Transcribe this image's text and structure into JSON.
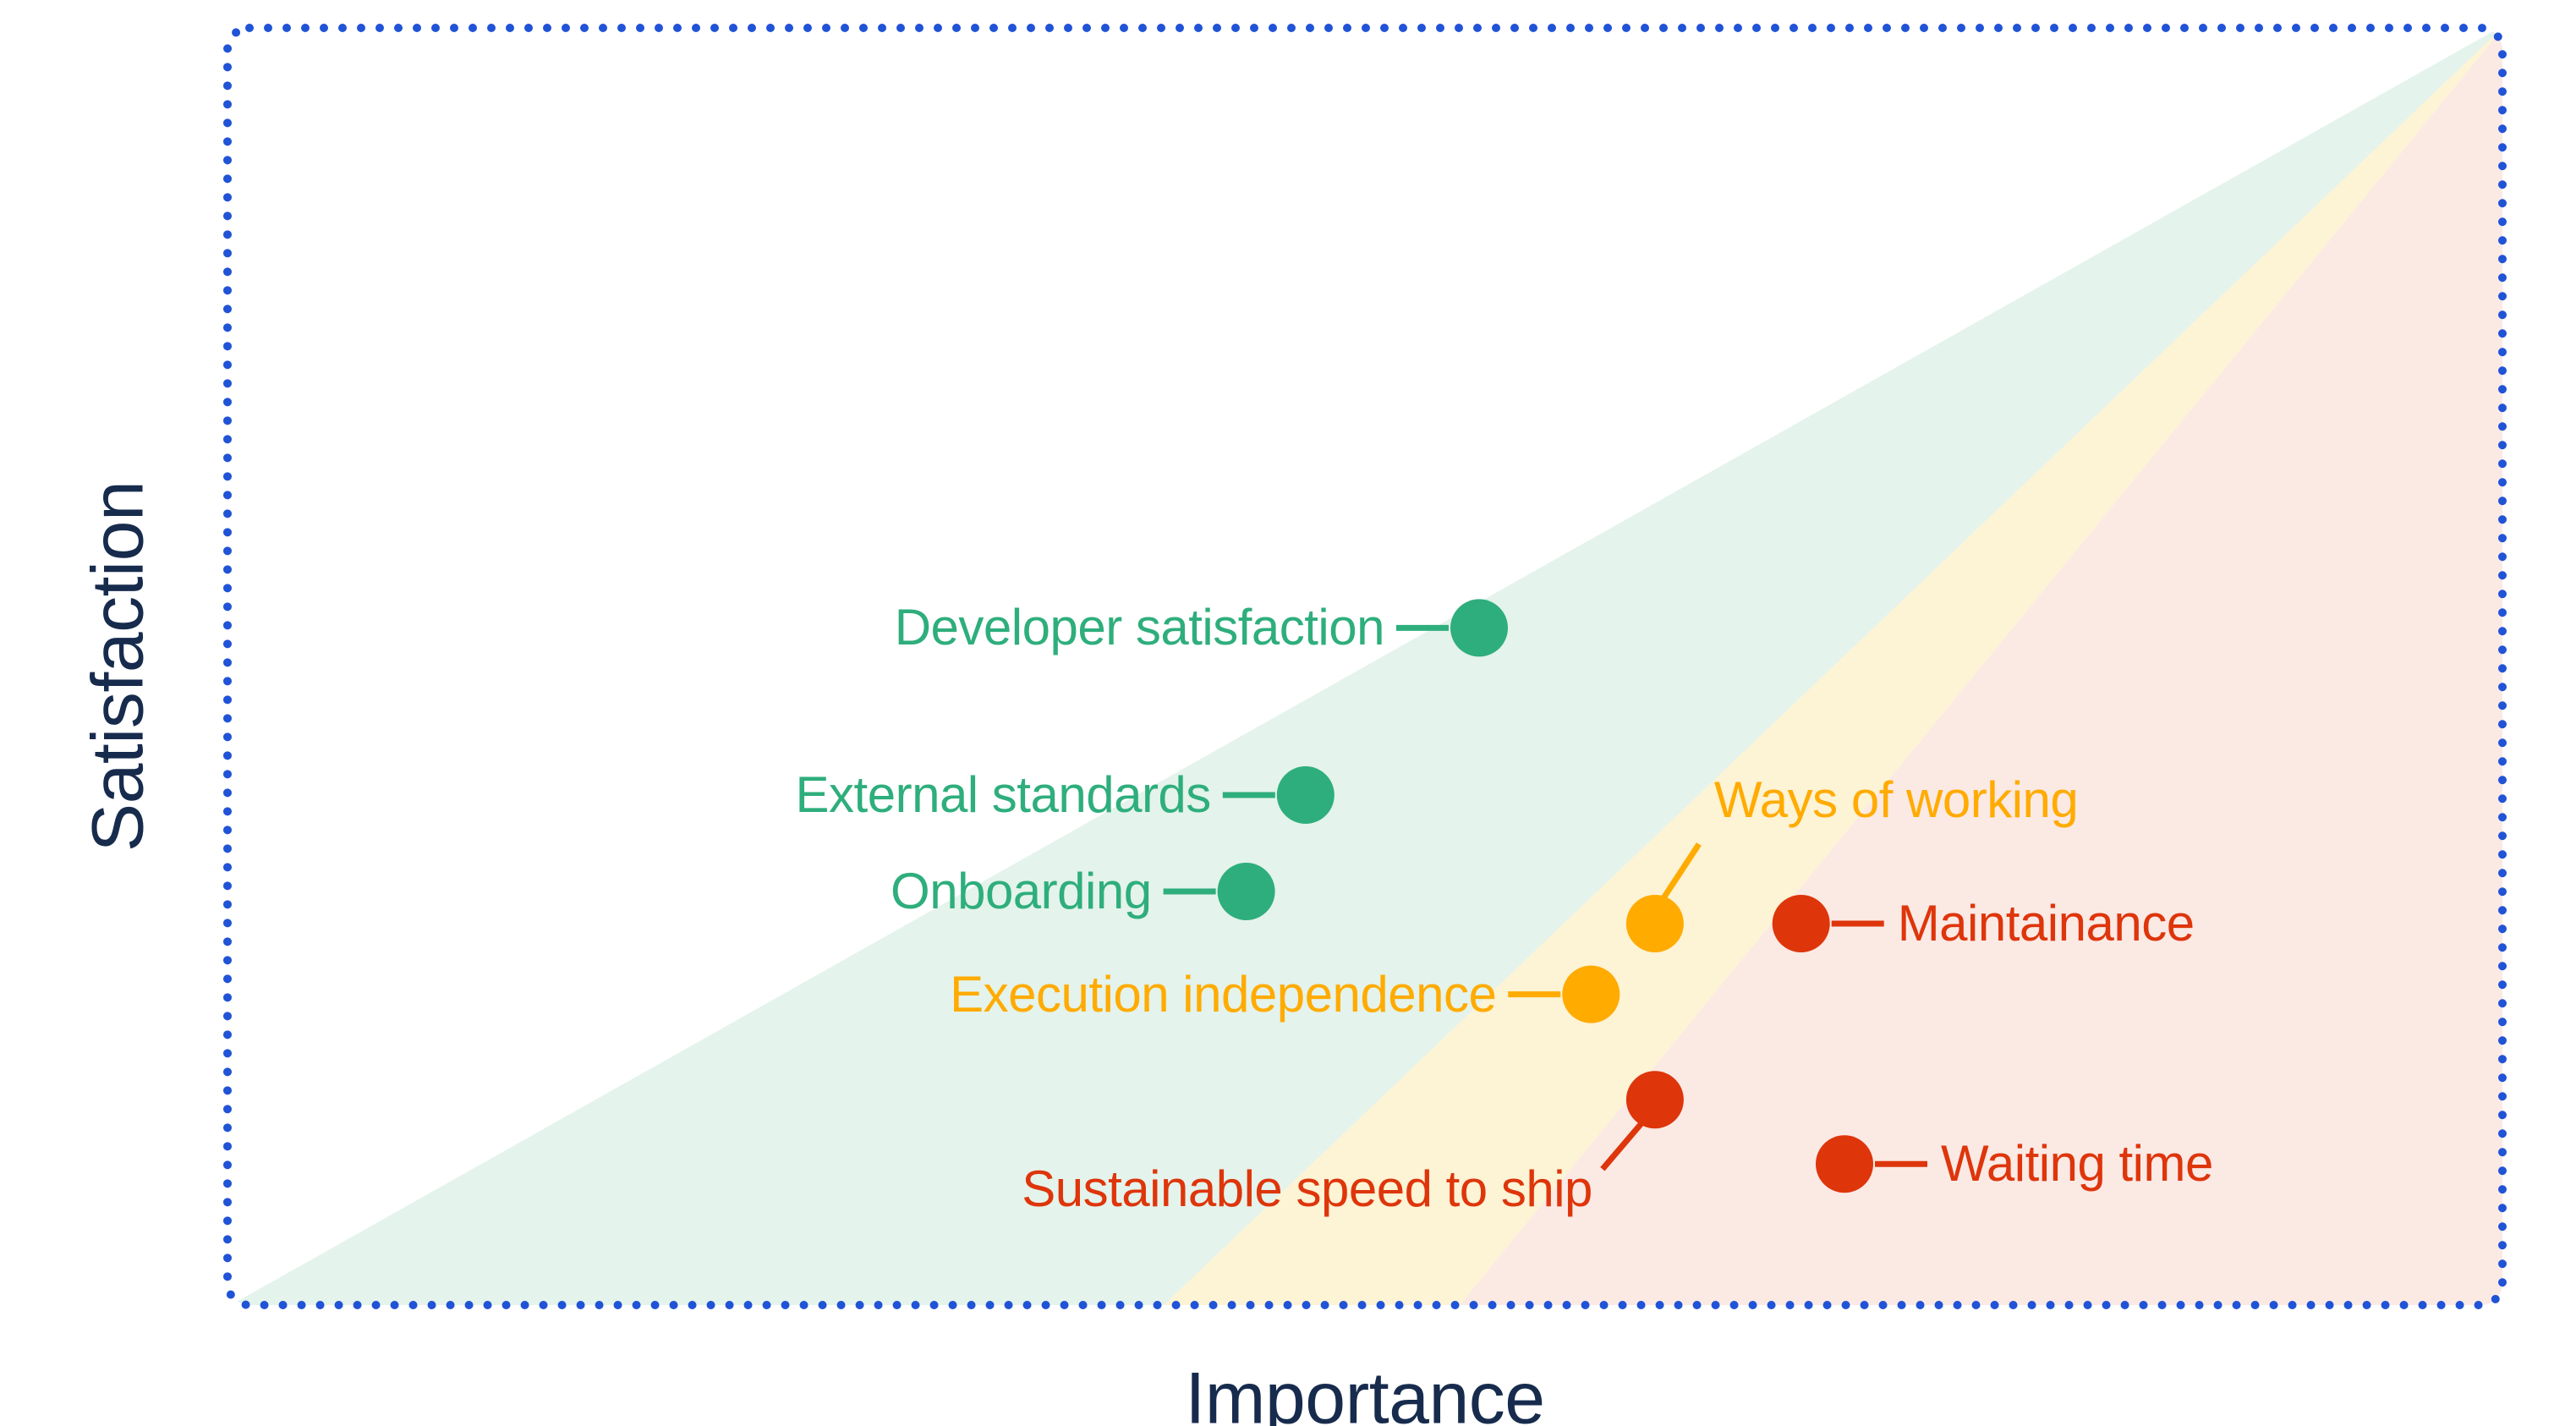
{
  "chart_data": {
    "type": "scatter",
    "title": "",
    "xlabel": "Importance",
    "ylabel": "Satisfaction",
    "xlim": [
      0,
      100
    ],
    "ylim": [
      0,
      100
    ],
    "grid": false,
    "legend": "none",
    "axis_color": "#172B4D",
    "frame": {
      "style": "dotted",
      "color": "#2053D6"
    },
    "regions": [
      {
        "name": "green-high-satisfaction",
        "color": "#E4F3EB",
        "polygon": [
          [
            0,
            0
          ],
          [
            100,
            100
          ],
          [
            41,
            0
          ]
        ]
      },
      {
        "name": "amber-watch",
        "color": "#FDF3D5",
        "polygon": [
          [
            41,
            0
          ],
          [
            100,
            100
          ],
          [
            54,
            0
          ]
        ]
      },
      {
        "name": "red-needs-attention",
        "color": "#FBE9E4",
        "polygon": [
          [
            54,
            0
          ],
          [
            100,
            100
          ],
          [
            100,
            0
          ]
        ]
      }
    ],
    "points": [
      {
        "label": "Developer satisfaction",
        "x": 55.0,
        "y": 53.0,
        "color": "#2EAE7C",
        "placement": "left"
      },
      {
        "label": "External standards",
        "x": 47.4,
        "y": 40.0,
        "color": "#2EAE7C",
        "placement": "left"
      },
      {
        "label": "Onboarding",
        "x": 44.8,
        "y": 32.5,
        "color": "#2EAE7C",
        "placement": "left"
      },
      {
        "label": "Ways of working",
        "x": 62.7,
        "y": 30.0,
        "color": "#FFAB00",
        "placement": "above-right"
      },
      {
        "label": "Execution independence",
        "x": 59.9,
        "y": 24.5,
        "color": "#FFAB00",
        "placement": "left"
      },
      {
        "label": "Maintainance",
        "x": 69.1,
        "y": 30.0,
        "color": "#DE350B",
        "placement": "right"
      },
      {
        "label": "Sustainable speed to ship",
        "x": 62.7,
        "y": 16.3,
        "color": "#DE350B",
        "placement": "below-left"
      },
      {
        "label": "Waiting time",
        "x": 71.0,
        "y": 11.3,
        "color": "#DE350B",
        "placement": "right"
      }
    ]
  }
}
